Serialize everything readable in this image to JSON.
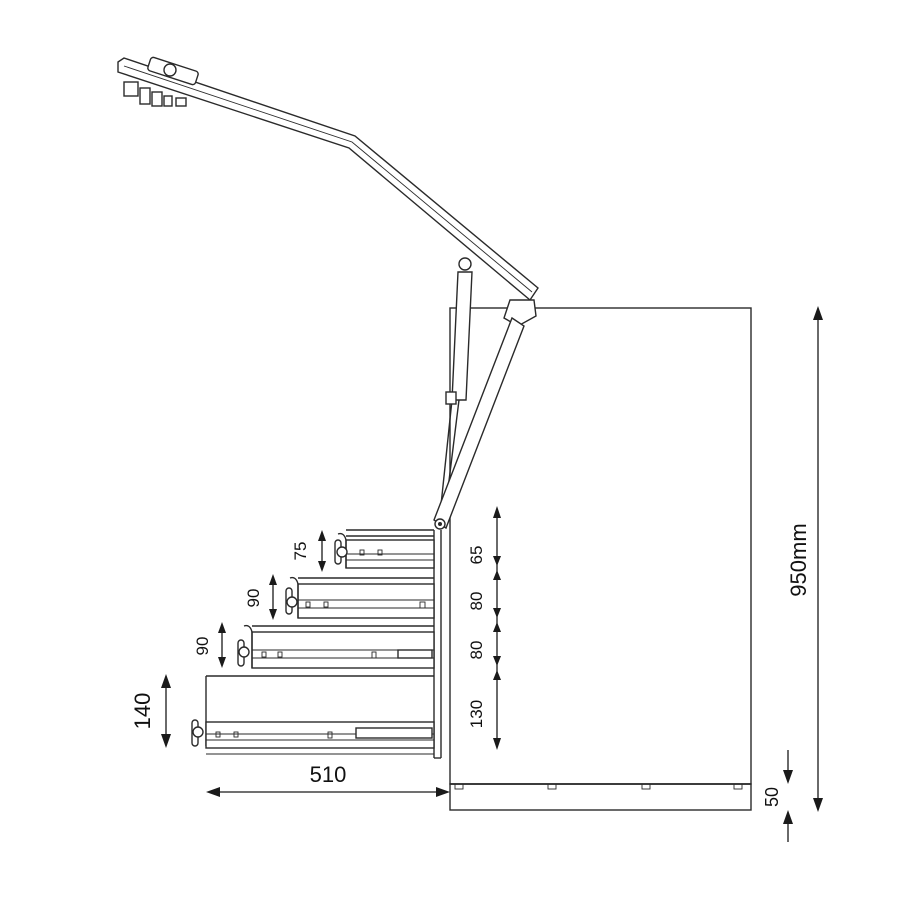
{
  "dimensions": {
    "overall_height": "950mm",
    "plinth": "50",
    "depth": "510",
    "bottom_drawer_height": "140",
    "front_drawer_heights": [
      "75",
      "90",
      "90"
    ],
    "rear_spacing": [
      "65",
      "80",
      "80",
      "130"
    ]
  }
}
